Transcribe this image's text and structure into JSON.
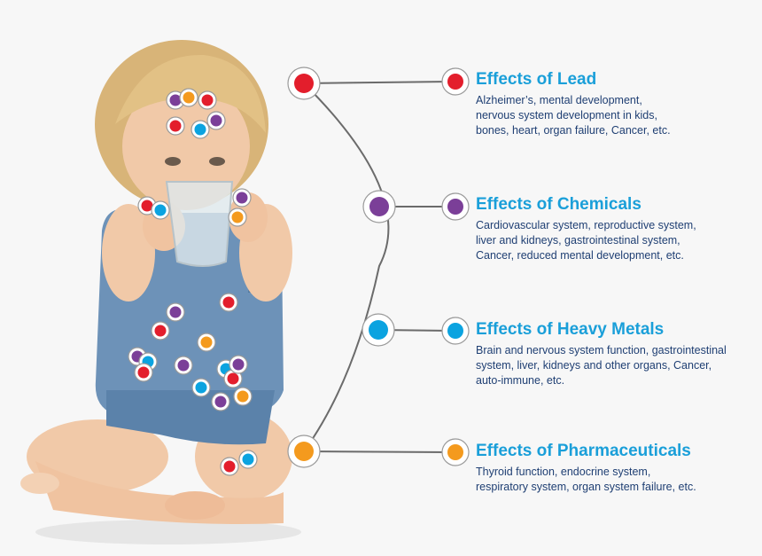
{
  "colors": {
    "red": "#e31e2c",
    "purple": "#7b3f98",
    "blue": "#0ba3e0",
    "orange": "#f49a1e",
    "title": "#1a9fd9",
    "body_text": "#1f3f73",
    "connector": "#6b6b6b"
  },
  "sections": [
    {
      "color": "red",
      "title": "Effects of Lead",
      "body": "Alzheimer’s, mental development,\nnervous system development in kids,\nbones, heart, organ failure, Cancer, etc."
    },
    {
      "color": "purple",
      "title": "Effects of Chemicals",
      "body": "Cardiovascular system, reproductive system,\nliver and kidneys, gastrointestinal system,\nCancer, reduced mental development, etc."
    },
    {
      "color": "blue",
      "title": "Effects of Heavy Metals",
      "body": "Brain and nervous system function, gastrointestinal\nsystem, liver, kidneys and other organs, Cancer,\nauto-immune, etc."
    },
    {
      "color": "orange",
      "title": "Effects of Pharmaceuticals",
      "body": "Thyroid function, endocrine system,\nrespiratory system, organ system failure, etc."
    }
  ],
  "body_markers": [
    "purple",
    "orange",
    "red",
    "red",
    "blue",
    "purple",
    "red",
    "blue",
    "purple",
    "orange",
    "red",
    "purple",
    "red",
    "orange",
    "purple",
    "blue",
    "red",
    "purple",
    "blue",
    "red",
    "purple",
    "blue",
    "purple",
    "orange",
    "red",
    "blue"
  ]
}
